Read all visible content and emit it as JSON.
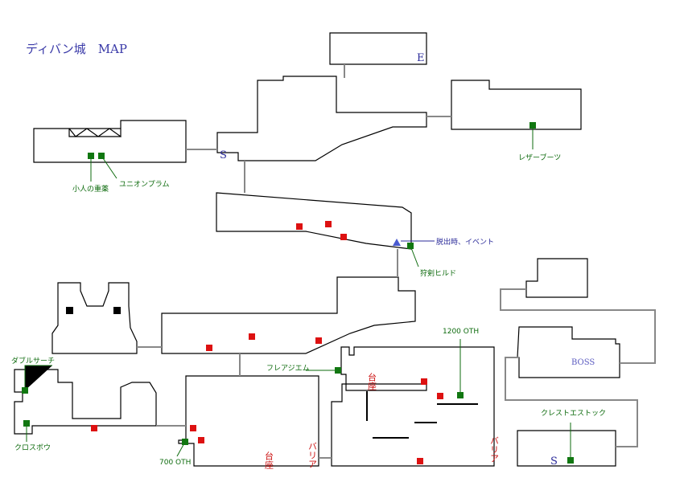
{
  "title": "ディバン城　MAP",
  "colors": {
    "treasure_red": "#dd1111",
    "item_green": "#117711",
    "event_blue": "#4a5bd0",
    "corridor_gray": "#888888"
  },
  "markers": {
    "entrance_top": "E",
    "start_mid": "S",
    "start_bottom": "S",
    "boss": "BOSS"
  },
  "labels": {
    "leather_boots": "レザーブーツ",
    "dwarf_medicine": "小人の重薬",
    "unicorn_plum": "ユニオンプラム",
    "escape_event": "脱出時、イベント",
    "hunting_sword": "狩剣ヒルド",
    "double_search": "ダブルサーチ",
    "crossbow": "クロスボウ",
    "flare_gem": "フレアジエム",
    "oth_700": "700 OTH",
    "oth_1200": "1200 OTH",
    "crest_stock": "クレストエストック",
    "pedestal_1": "台座",
    "pedestal_2": "台座",
    "barrier_1": "バリア",
    "barrier_2": "バリア"
  }
}
